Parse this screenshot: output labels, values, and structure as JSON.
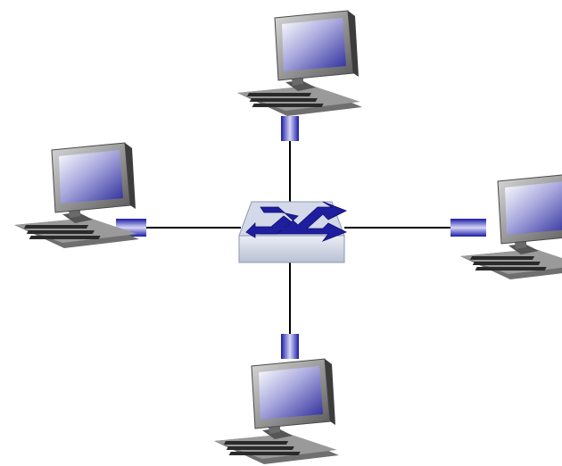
{
  "diagram": {
    "type": "star-topology",
    "center": {
      "kind": "switch",
      "icon": "switch-icon"
    },
    "nodes": [
      {
        "id": "top",
        "kind": "computer",
        "icon": "desktop-computer-icon"
      },
      {
        "id": "left",
        "kind": "computer",
        "icon": "desktop-computer-icon"
      },
      {
        "id": "right",
        "kind": "computer",
        "icon": "desktop-computer-icon"
      },
      {
        "id": "bottom",
        "kind": "computer",
        "icon": "desktop-computer-icon"
      }
    ],
    "links": [
      {
        "from": "switch",
        "to": "top"
      },
      {
        "from": "switch",
        "to": "left"
      },
      {
        "from": "switch",
        "to": "right"
      },
      {
        "from": "switch",
        "to": "bottom"
      }
    ],
    "colors": {
      "link": "#000000",
      "adapter": "#2a2ab8",
      "screen": "#2b2b9a",
      "monitor": "#8a8a8a",
      "switch_top": "#cfd6e6",
      "switch_arrows": "#1e1e9e"
    }
  }
}
